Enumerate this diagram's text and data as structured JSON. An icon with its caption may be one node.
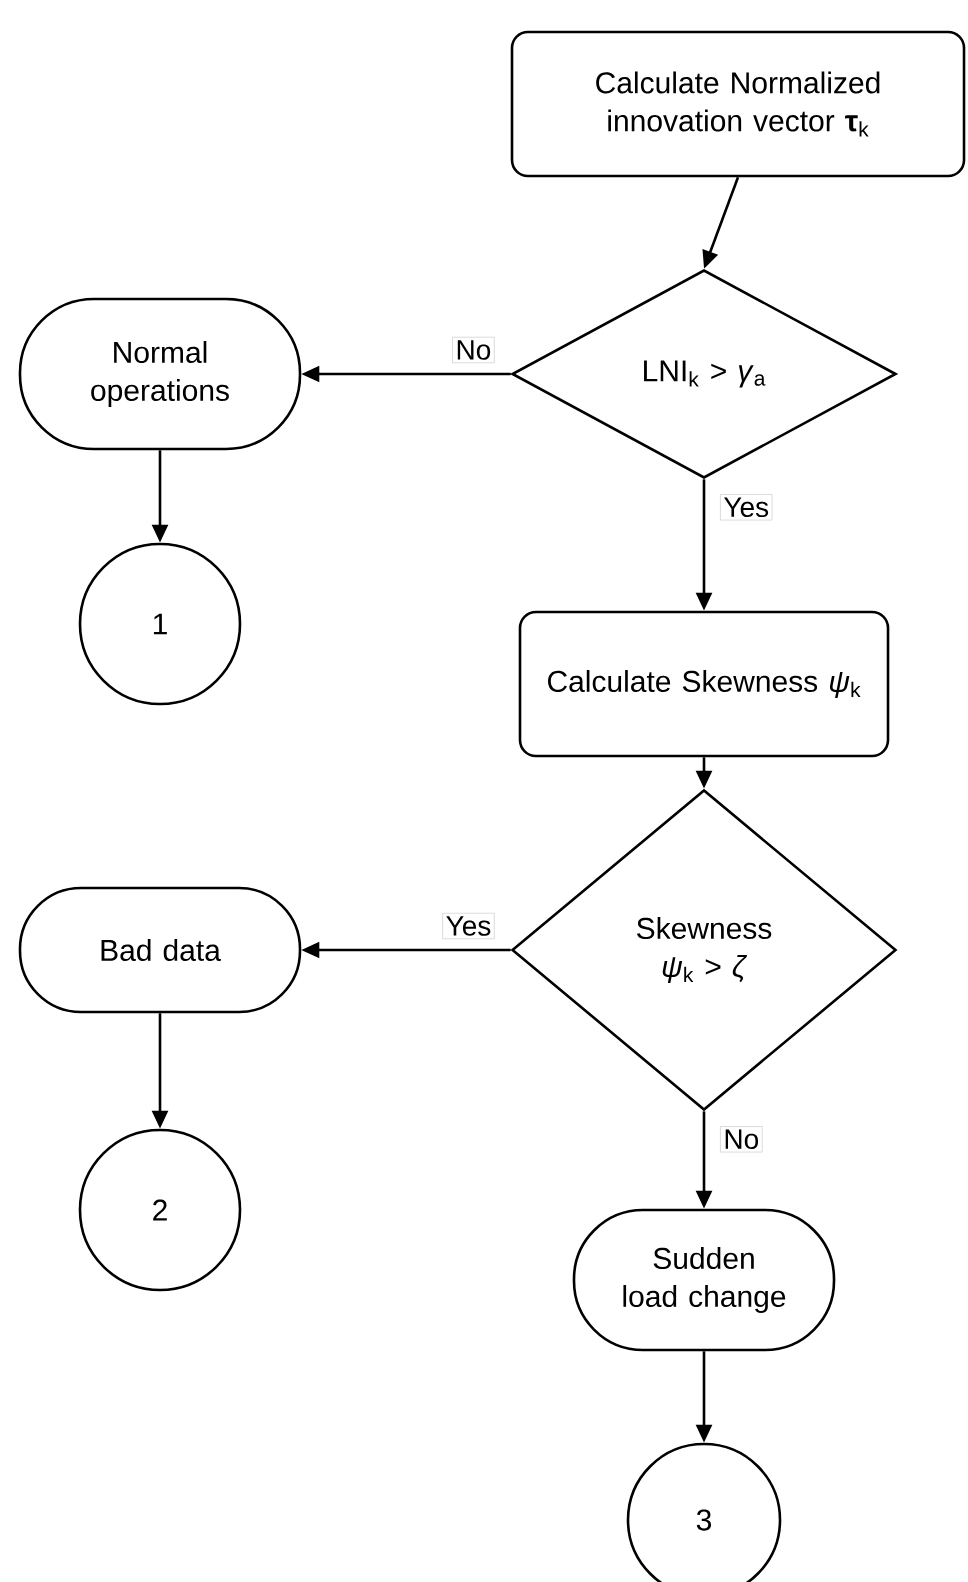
{
  "diagram": {
    "nodes": [
      {
        "text": [
          "Calculate Normalized innovation vector **τ**$_{k}$"
        ]
      },
      {
        "text": [
          "LNI$_{k}$ > *γ*$_{a}$"
        ]
      },
      {
        "text": [
          "Normal operations"
        ]
      },
      {
        "text": [
          "1"
        ]
      },
      {
        "text": [
          "Calculate Skewness *ψ*$_{k}$"
        ]
      },
      {
        "text": [
          "Skewness *ψ*$_{k}$ > *ζ*"
        ]
      },
      {
        "text": [
          "Bad data"
        ]
      },
      {
        "text": [
          "2"
        ]
      },
      {
        "text": [
          "Sudden load change"
        ]
      },
      {
        "text": [
          "3"
        ]
      }
    ],
    "edges": [
      {
        "from": 0,
        "to": 1,
        "arrow": "to"
      },
      {
        "from": 1,
        "to": 2,
        "arrow": "to",
        "label": "No"
      },
      {
        "from": 2,
        "to": 3,
        "arrow": "to"
      },
      {
        "from": 1,
        "to": 4,
        "arrow": "to",
        "label": "Yes"
      },
      {
        "from": 4,
        "to": 5,
        "arrow": "to"
      },
      {
        "from": 5,
        "to": 6,
        "arrow": "to",
        "label": "Yes"
      },
      {
        "from": 6,
        "to": 7,
        "arrow": "to"
      },
      {
        "from": 5,
        "to": 8,
        "arrow": "to",
        "label": "No"
      },
      {
        "from": 8,
        "to": 9,
        "arrow": "to"
      }
    ]
  }
}
